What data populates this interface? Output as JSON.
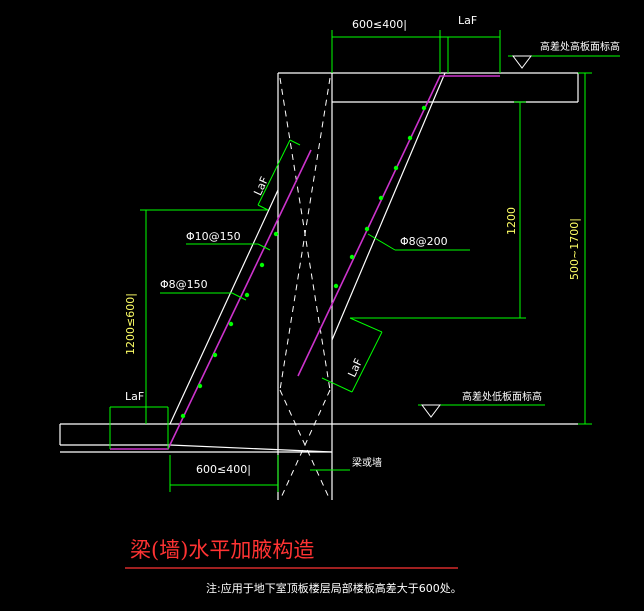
{
  "labels": {
    "laf_top": "LaF",
    "laf_left": "LaF",
    "laf_diag_upper": "LaF",
    "laf_diag_lower": "LaF",
    "dim_top": "600≤400|",
    "dim_bottom": "600≤400|",
    "dim_left_vertical": "1200≤600|",
    "dim_right_1200": "1200",
    "dim_right_total": "500~1700|",
    "bar_phi10": "Φ10@150",
    "bar_phi8_left": "Φ8@150",
    "bar_phi8_right": "Φ8@200",
    "elev_high": "高差处高板面标高",
    "elev_low": "高差处低板面标高",
    "beam_wall": "梁或墙"
  },
  "title": "梁(墙)水平加腋构造",
  "note": "注:应用于地下室顶板楼层局部楼板高差大于600处。",
  "colors": {
    "background": "#000000",
    "concrete_line": "#ffffff",
    "dimension": "#00ff00",
    "rebar": "#cc33cc",
    "rebar_dots": "#00ff00",
    "title": "#ff3333",
    "title_underline": "#ff3333"
  }
}
